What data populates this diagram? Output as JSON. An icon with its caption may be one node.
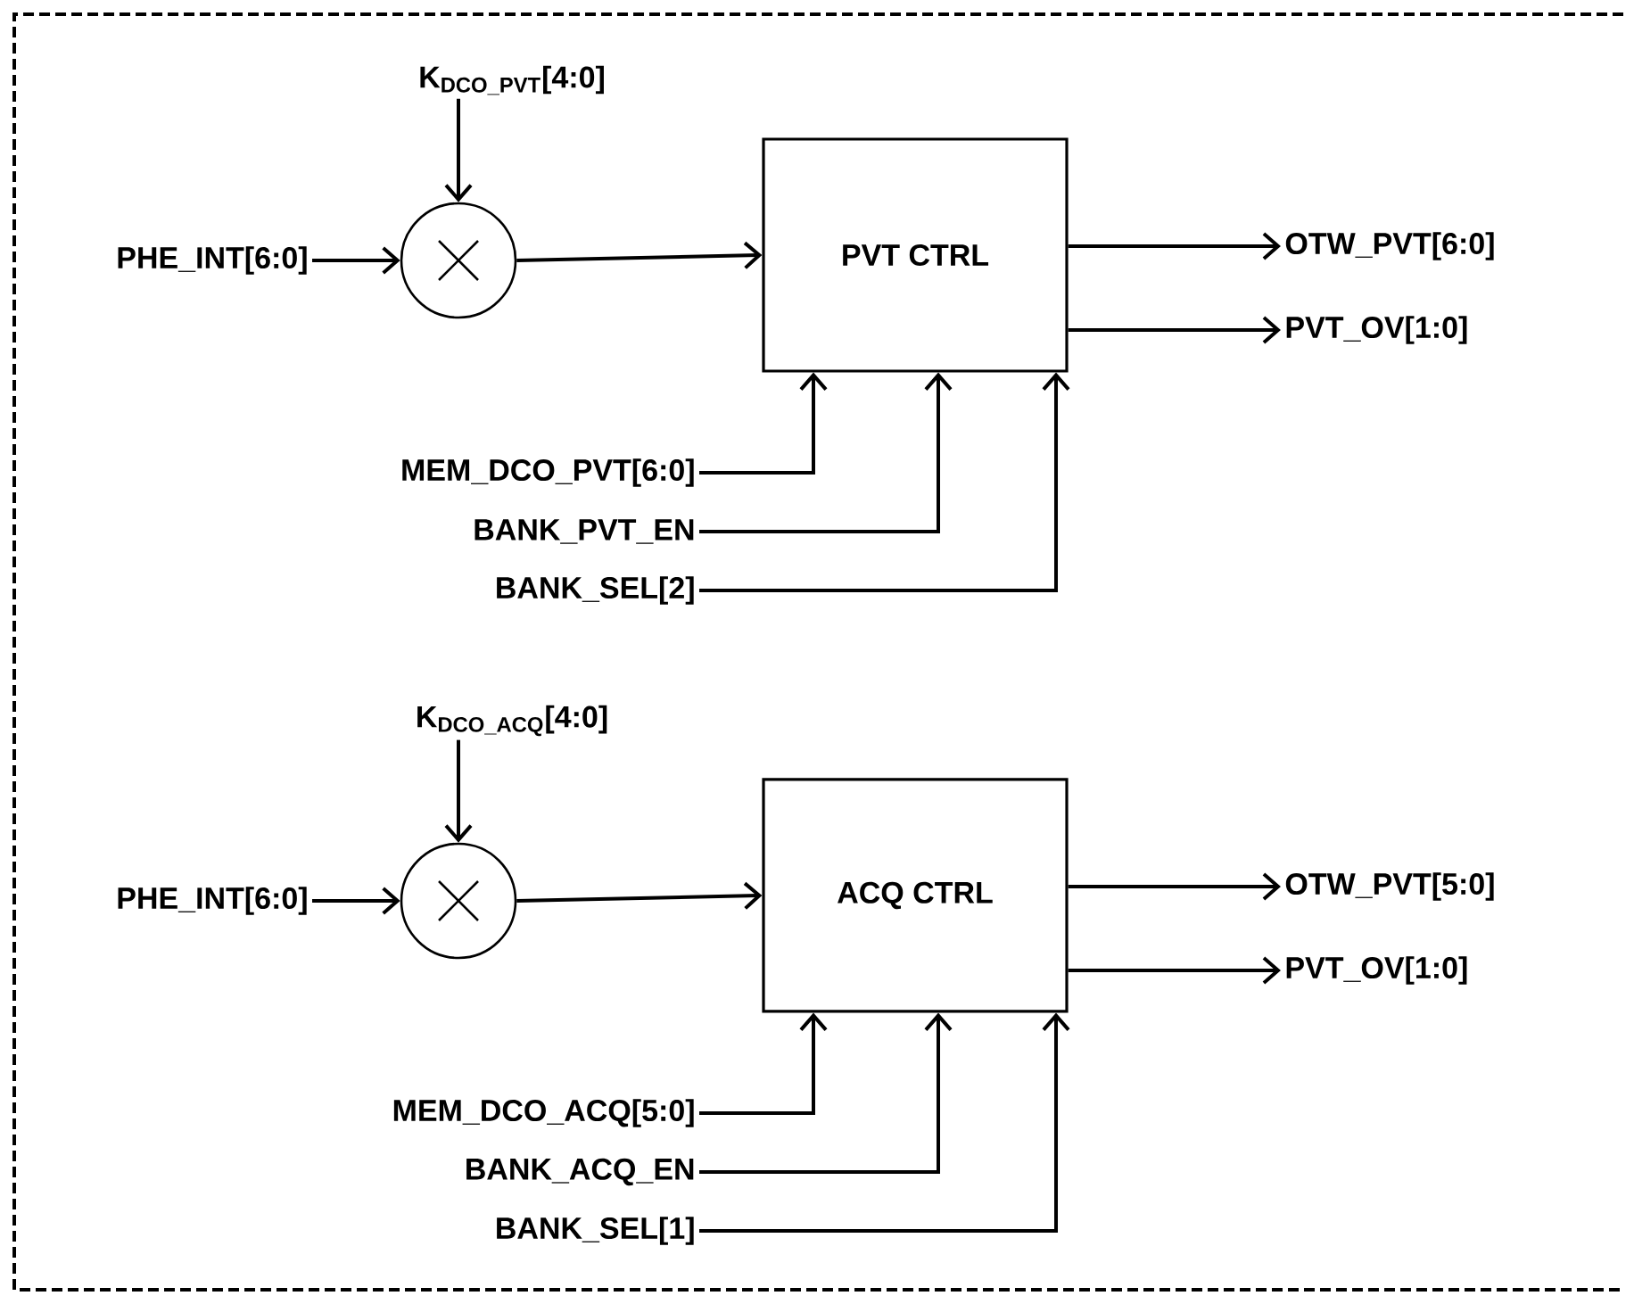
{
  "diagram": {
    "nodes": [
      {
        "text": [
          "K$_{DCO_PVT}$[4:0]"
        ]
      },
      {
        "text": [
          "PHE_INT[6:0]"
        ]
      },
      {
        "text": [],
        "shape": "circle"
      },
      {
        "text": [
          "PVT CTRL"
        ]
      },
      {
        "text": [
          "OTW_PVT[6:0]"
        ]
      },
      {
        "text": [
          "PVT_OV[1:0]"
        ]
      },
      {
        "text": [
          "MEM_DCO_PVT[6:0]"
        ]
      },
      {
        "text": [
          "BANK_PVT_EN"
        ]
      },
      {
        "text": [
          "BANK_SEL[2]"
        ]
      },
      {
        "text": [
          "K$_{DCO_ACQ}$[4:0]"
        ]
      },
      {
        "text": [
          "PHE_INT[6:0]"
        ]
      },
      {
        "text": [],
        "shape": "circle"
      },
      {
        "text": [
          "ACQ CTRL"
        ]
      },
      {
        "text": [
          "OTW_PVT[5:0]"
        ]
      },
      {
        "text": [
          "PVT_OV[1:0]"
        ]
      },
      {
        "text": [
          "MEM_DCO_ACQ[5:0]"
        ]
      },
      {
        "text": [
          "BANK_ACQ_EN"
        ]
      },
      {
        "text": [
          "BANK_SEL[1]"
        ]
      }
    ],
    "edges": [
      {
        "from": 0,
        "to": 2,
        "arrow": "to"
      },
      {
        "from": 1,
        "to": 2,
        "arrow": "to"
      },
      {
        "from": 2,
        "to": 3,
        "arrow": "to"
      },
      {
        "from": 3,
        "to": 4,
        "arrow": "to"
      },
      {
        "from": 3,
        "to": 5,
        "arrow": "to"
      },
      {
        "from": 6,
        "to": 3,
        "arrow": "to"
      },
      {
        "from": 7,
        "to": 3,
        "arrow": "to"
      },
      {
        "from": 8,
        "to": 3,
        "arrow": "to"
      },
      {
        "from": 9,
        "to": 11,
        "arrow": "to"
      },
      {
        "from": 10,
        "to": 11,
        "arrow": "to"
      },
      {
        "from": 11,
        "to": 12,
        "arrow": "to"
      },
      {
        "from": 12,
        "to": 13,
        "arrow": "to"
      },
      {
        "from": 12,
        "to": 14,
        "arrow": "to"
      },
      {
        "from": 15,
        "to": 12,
        "arrow": "to"
      },
      {
        "from": 16,
        "to": 12,
        "arrow": "to"
      },
      {
        "from": 17,
        "to": 12,
        "arrow": "to"
      }
    ]
  }
}
